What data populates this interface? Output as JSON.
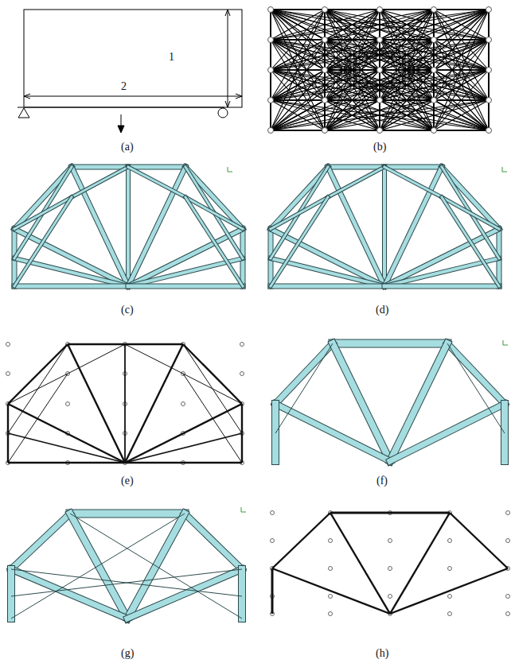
{
  "diagram": {
    "labels": [
      "1",
      "2",
      "(a)",
      "(b)",
      "(c)",
      "(d)",
      "(e)",
      "(f)",
      "(g)",
      "(h)"
    ]
  }
}
